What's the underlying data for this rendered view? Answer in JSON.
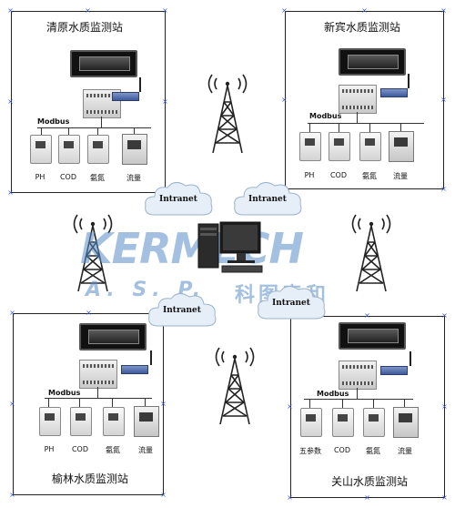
{
  "stations": [
    {
      "id": "tl",
      "title": "清原水质监测站",
      "bus": "Modbus",
      "devices": [
        "PH",
        "COD",
        "氨氮",
        "流量"
      ]
    },
    {
      "id": "tr",
      "title": "新宾水质监测站",
      "bus": "Modbus",
      "devices": [
        "PH",
        "COD",
        "氨氮",
        "流量"
      ]
    },
    {
      "id": "bl",
      "title": "榆林水质监测站",
      "bus": "Modbus",
      "devices": [
        "PH",
        "COD",
        "氨氮",
        "流量"
      ]
    },
    {
      "id": "br",
      "title": "关山水质监测站",
      "bus": "Modbus",
      "devices": [
        "五参数",
        "COD",
        "氨氮",
        "流量"
      ]
    }
  ],
  "network": {
    "cloud_label": "Intranet"
  },
  "watermark": {
    "brand": "KERMECH",
    "sub": "A. S. P.",
    "cn": "科图泰和"
  },
  "colors": {
    "border": "#222222",
    "handle": "#3a5bd9",
    "watermark": "#5a8cc8",
    "bus": "#333333"
  }
}
